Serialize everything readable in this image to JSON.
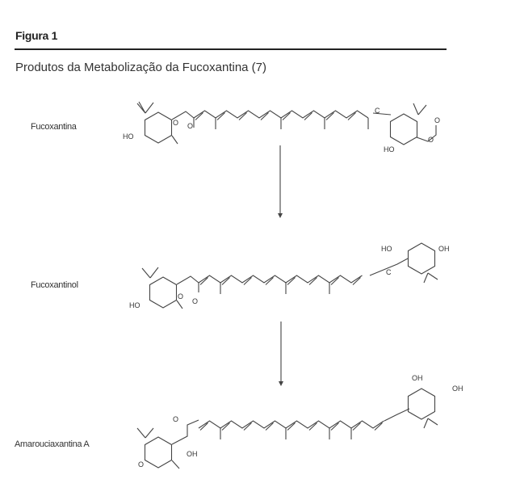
{
  "figure": {
    "title": "Figura 1",
    "subtitle": "Produtos da Metabolização da Fucoxantina (7)"
  },
  "compounds": [
    {
      "name": "Fucoxantina",
      "atoms": [
        "HO",
        "O",
        "O",
        "C",
        "HO",
        "O",
        "O"
      ]
    },
    {
      "name": "Fucoxantinol",
      "atoms": [
        "HO",
        "O",
        "O",
        "C",
        "HO",
        "OH"
      ]
    },
    {
      "name": "Amarouciaxantina A",
      "atoms": [
        "O",
        "O",
        "OH",
        "OH",
        "OH"
      ]
    }
  ]
}
